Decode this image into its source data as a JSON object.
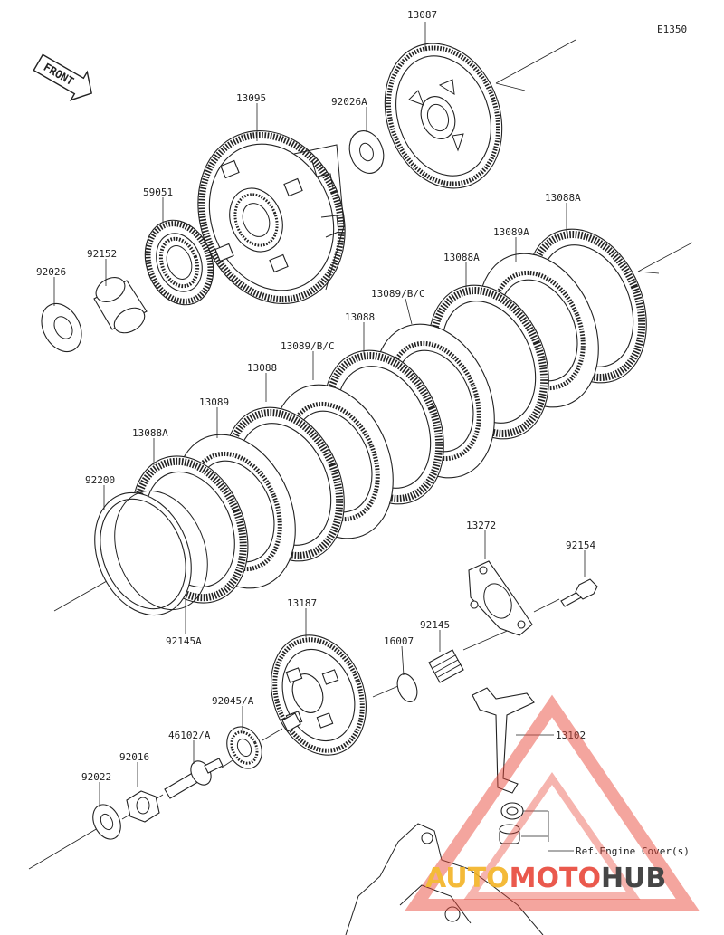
{
  "diagram_code": "E1350",
  "front_label": "FRONT",
  "ref_note": "Ref.Engine Cover(s)",
  "parts": {
    "p13087": "13087",
    "p92026A": "92026A",
    "p13095": "13095",
    "p59051": "59051",
    "p92152": "92152",
    "p92026": "92026",
    "p13088A_top": "13088A",
    "p13089A": "13089A",
    "p13088A_mid": "13088A",
    "p13089BC_upper": "13089/B/C",
    "p13088_upper": "13088",
    "p13089BC_lower": "13089/B/C",
    "p13088_lower": "13088",
    "p13089": "13089",
    "p13088A_low": "13088A",
    "p92200": "92200",
    "p92145A": "92145A",
    "p13272": "13272",
    "p92154": "92154",
    "p13187": "13187",
    "p92145": "92145",
    "p16007": "16007",
    "p92045A": "92045/A",
    "p46102A": "46102/A",
    "p92016": "92016",
    "p92022": "92022",
    "p13102": "13102"
  },
  "watermark": {
    "part1": "AUTO",
    "part2": "MOTO",
    "part3": "HUB",
    "color_primary": "#e8483a",
    "color_secondary": "#f3b324",
    "color_dark": "#333333"
  }
}
